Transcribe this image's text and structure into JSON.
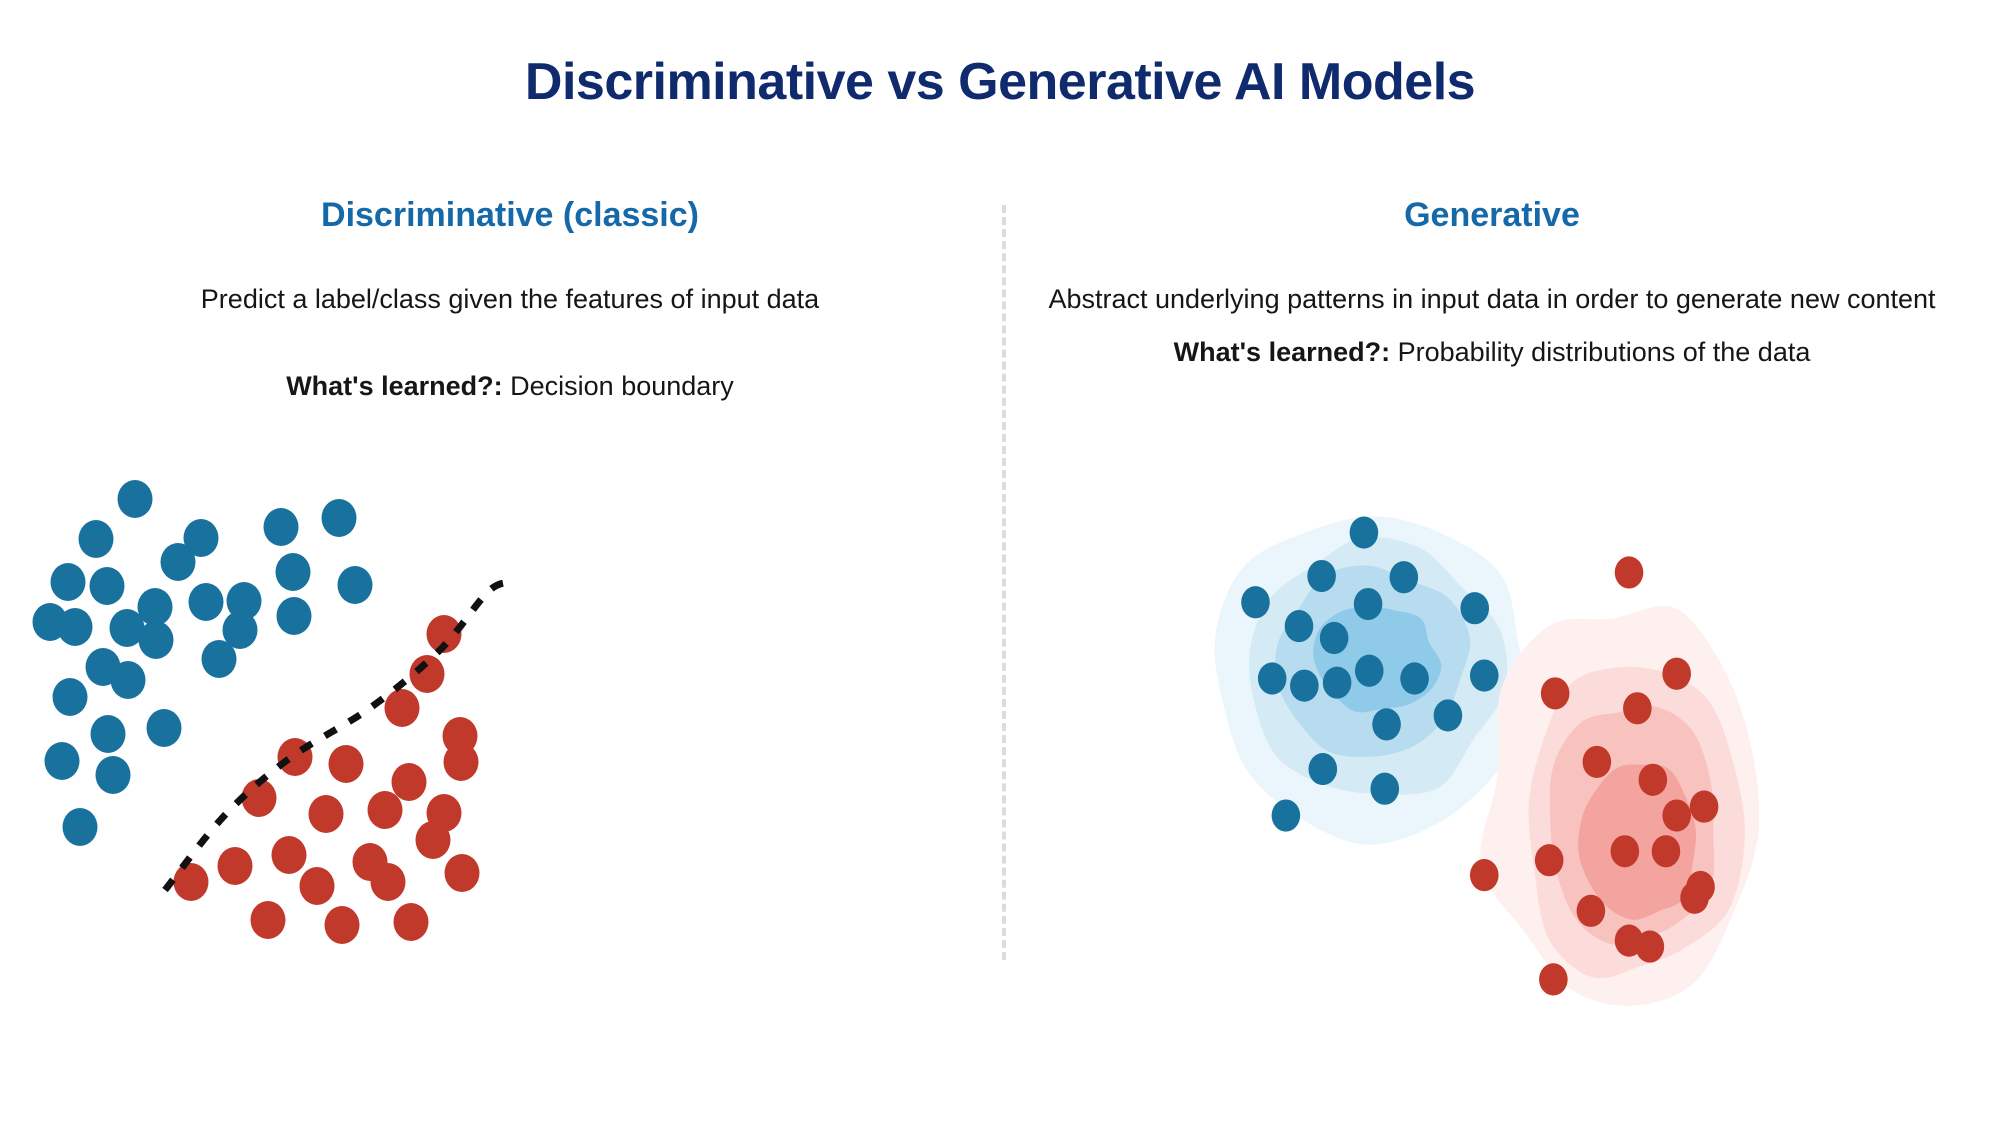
{
  "title": "Discriminative vs Generative AI Models",
  "colors": {
    "title": "#102A6E",
    "heading": "#1569A8",
    "body": "#161616",
    "class_a_blue": "#19729E",
    "class_b_red": "#C0392B",
    "divider": "#dcdcdc",
    "boundary": "#111111",
    "blue_density": [
      "#eaf6fb",
      "#d4eaf5",
      "#b7dcef",
      "#8fcbe8"
    ],
    "red_density": [
      "#fdf0ef",
      "#fbdcda",
      "#f8c2bf",
      "#f4a49f"
    ]
  },
  "divider": {
    "style": "vertical-dashed",
    "color": "#dcdcdc"
  },
  "left": {
    "heading": "Discriminative (classic)",
    "description": "Predict a label/class given the features of input data",
    "learned_label": "What's learned?:",
    "learned_value": "Decision boundary"
  },
  "right": {
    "heading": "Generative",
    "description": "Abstract underlying patterns in input data in order to generate new content",
    "learned_label": "What's learned?:",
    "learned_value": "Probability distributions of the data"
  },
  "chart_data": [
    {
      "type": "scatter",
      "title": "Discriminative (classic)",
      "annotation": "dashed decision boundary separating the two classes",
      "grid": false,
      "legend": false,
      "xlabel": "",
      "ylabel": "",
      "xlim": [
        0,
        940
      ],
      "ylim": [
        0,
        560
      ],
      "series": [
        {
          "name": "Class A (blue)",
          "color": "#19729E",
          "marker": "circle",
          "marker_size": 19,
          "points": [
            [
              95,
              29
            ],
            [
              56,
              69
            ],
            [
              161,
              68
            ],
            [
              28,
              112
            ],
            [
              67,
              116
            ],
            [
              115,
              137
            ],
            [
              138,
              92
            ],
            [
              10,
              152
            ],
            [
              35,
              157
            ],
            [
              87,
              158
            ],
            [
              116,
              170
            ],
            [
              166,
              132
            ],
            [
              179,
              189
            ],
            [
              200,
              160
            ],
            [
              63,
              197
            ],
            [
              30,
              227
            ],
            [
              88,
              210
            ],
            [
              204,
              131
            ],
            [
              241,
              57
            ],
            [
              253,
              102
            ],
            [
              254,
              146
            ],
            [
              299,
              48
            ],
            [
              315,
              115
            ],
            [
              68,
              264
            ],
            [
              124,
              258
            ],
            [
              22,
              291
            ],
            [
              73,
              305
            ],
            [
              40,
              357
            ]
          ]
        },
        {
          "name": "Class B (red)",
          "color": "#C0392B",
          "marker": "circle",
          "marker_size": 19,
          "points": [
            [
              404,
              164
            ],
            [
              387,
              204
            ],
            [
              362,
              238
            ],
            [
              420,
              266
            ],
            [
              255,
              287
            ],
            [
              306,
              294
            ],
            [
              421,
              292
            ],
            [
              369,
              312
            ],
            [
              345,
              340
            ],
            [
              404,
              343
            ],
            [
              219,
              328
            ],
            [
              286,
              344
            ],
            [
              393,
              370
            ],
            [
              249,
              385
            ],
            [
              330,
              392
            ],
            [
              348,
              412
            ],
            [
              422,
              403
            ],
            [
              195,
              396
            ],
            [
              151,
              412
            ],
            [
              277,
              416
            ],
            [
              228,
              450
            ],
            [
              302,
              455
            ],
            [
              371,
              452
            ]
          ]
        }
      ],
      "decision_boundary": {
        "style": "dashed",
        "color": "#111111",
        "path": [
          [
            125,
            420
          ],
          [
            185,
            345
          ],
          [
            250,
            288
          ],
          [
            330,
            238
          ],
          [
            400,
            180
          ],
          [
            450,
            120
          ],
          [
            477,
            113
          ]
        ]
      }
    },
    {
      "type": "scatter",
      "title": "Generative",
      "annotation": "nested probability-density contours around each class cluster",
      "grid": false,
      "legend": false,
      "xlabel": "",
      "ylabel": "",
      "xlim": [
        0,
        940
      ],
      "ylim": [
        0,
        560
      ],
      "series": [
        {
          "name": "Class A (blue)",
          "color": "#19729E",
          "marker": "circle",
          "marker_size": 16,
          "points": [
            [
              255,
              105
            ],
            [
              184,
              178
            ],
            [
              322,
              180
            ],
            [
              73,
              222
            ],
            [
              146,
              262
            ],
            [
              262,
              225
            ],
            [
              205,
              282
            ],
            [
              441,
              232
            ],
            [
              101,
              350
            ],
            [
              155,
              362
            ],
            [
              210,
              357
            ],
            [
              264,
              337
            ],
            [
              340,
              350
            ],
            [
              457,
              345
            ],
            [
              396,
              412
            ],
            [
              293,
              427
            ],
            [
              186,
              502
            ],
            [
              290,
              535
            ],
            [
              124,
              580
            ]
          ],
          "density_contours": [
            {
              "level": 1,
              "fill": "#eaf6fb"
            },
            {
              "level": 2,
              "fill": "#d4eaf5"
            },
            {
              "level": 3,
              "fill": "#b7dcef"
            },
            {
              "level": 4,
              "fill": "#8fcbe8"
            }
          ]
        },
        {
          "name": "Class B (red)",
          "color": "#C0392B",
          "marker": "circle",
          "marker_size": 16,
          "points": [
            [
              700,
              172
            ],
            [
              780,
              342
            ],
            [
              576,
              375
            ],
            [
              714,
              400
            ],
            [
              646,
              490
            ],
            [
              740,
              520
            ],
            [
              780,
              580
            ],
            [
              566,
              655
            ],
            [
              826,
              565
            ],
            [
              693,
              640
            ],
            [
              762,
              640
            ],
            [
              820,
              700
            ],
            [
              457,
              680
            ],
            [
              636,
              740
            ],
            [
              700,
              790
            ],
            [
              810,
              718
            ],
            [
              735,
              800
            ],
            [
              573,
              855
            ]
          ],
          "density_contours": [
            {
              "level": 1,
              "fill": "#fdf0ef"
            },
            {
              "level": 2,
              "fill": "#fbdcda"
            },
            {
              "level": 3,
              "fill": "#f8c2bf"
            },
            {
              "level": 4,
              "fill": "#f4a49f"
            }
          ]
        }
      ]
    }
  ]
}
